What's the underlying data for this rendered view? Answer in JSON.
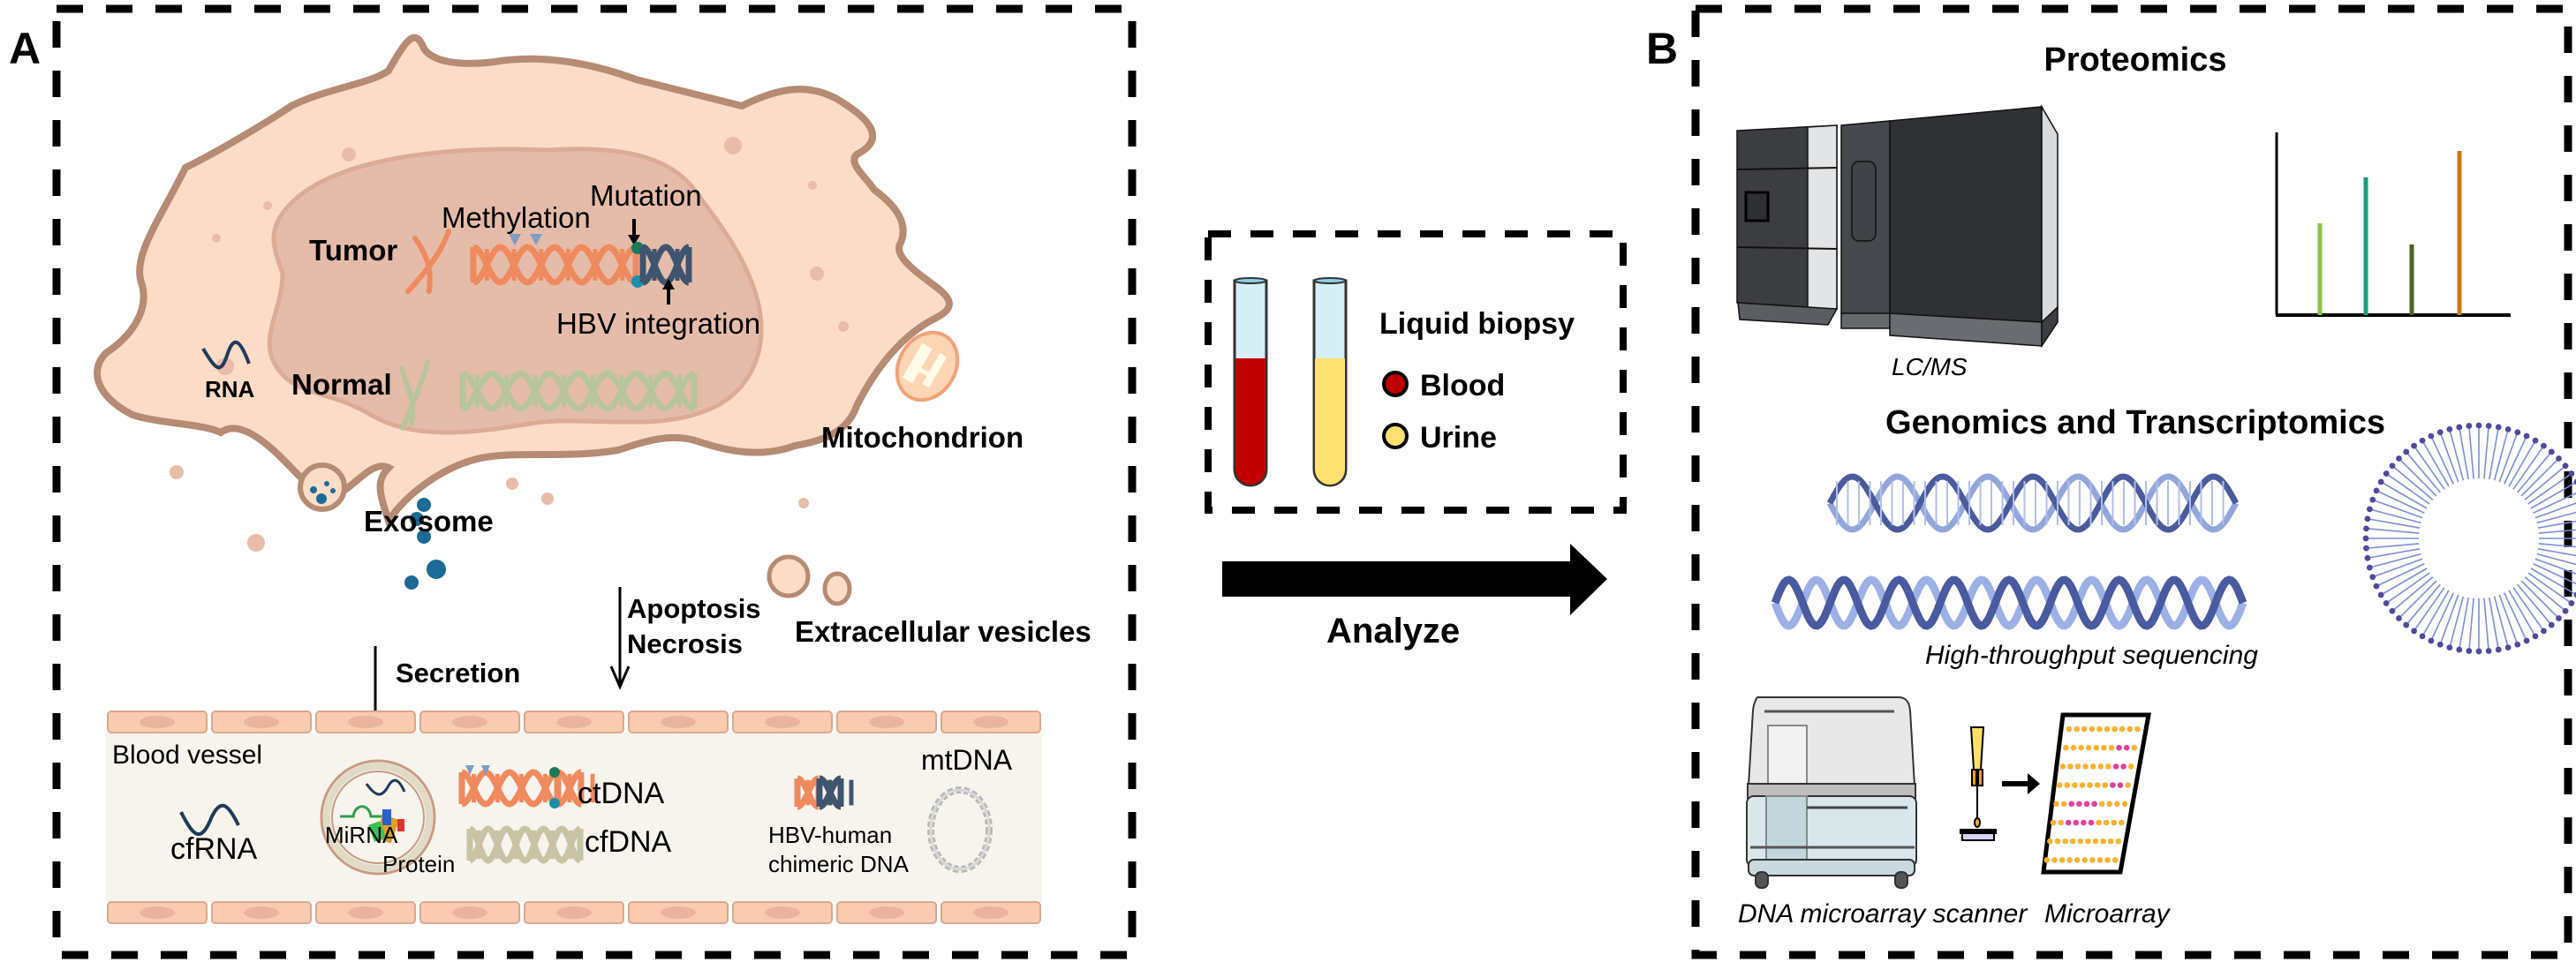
{
  "figure": {
    "panel_a": {
      "label": "A",
      "cell": {
        "tumor_label": "Tumor",
        "normal_label": "Normal",
        "methylation_label": "Methylation",
        "mutation_label": "Mutation",
        "hbv_integration_label": "HBV integration",
        "rna_label": "RNA",
        "mitochondrion_label": "Mitochondrion",
        "exosome_label": "Exosome"
      },
      "release": {
        "secretion_label": "Secretion",
        "apoptosis_label": "Apoptosis",
        "necrosis_label": "Necrosis",
        "extracellular_vesicles_label": "Extracellular vesicles"
      },
      "blood_vessel": {
        "title": "Blood vessel",
        "cfrna_label": "cfRNA",
        "mirna_label": "MiRNA",
        "protein_label": "Protein",
        "ctdna_label": "ctDNA",
        "cfdna_label": "cfDNA",
        "chimeric_label_line1": "HBV-human",
        "chimeric_label_line2": "chimeric DNA",
        "mtdna_label": "mtDNA"
      }
    },
    "liquid_biopsy": {
      "title": "Liquid biopsy",
      "samples": [
        {
          "label": "Blood",
          "color": "#c00000"
        },
        {
          "label": "Urine",
          "color": "#ffe070"
        }
      ]
    },
    "flow_arrow": {
      "label": "Analyze"
    },
    "panel_b": {
      "label": "B",
      "proteomics": {
        "title": "Proteomics",
        "instrument_label": "LC/MS",
        "spectrum_peaks": [
          {
            "relative_intensity": 0.52,
            "color": "#8bc34a"
          },
          {
            "relative_intensity": 0.78,
            "color": "#1a9e7a"
          },
          {
            "relative_intensity": 0.4,
            "color": "#4a6324"
          },
          {
            "relative_intensity": 0.93,
            "color": "#c97a10"
          }
        ]
      },
      "genomics": {
        "title": "Genomics and Transcriptomics",
        "sequencing_label": "High-throughput sequencing",
        "scanner_label": "DNA microarray scanner",
        "microarray_label": "Microarray",
        "microarray_grid": {
          "rows": 8,
          "cols": 10,
          "spot_color": "#f9b233",
          "hit_color": "#e0409a",
          "hits": [
            [
              1,
              7
            ],
            [
              1,
              8
            ],
            [
              2,
              7
            ],
            [
              2,
              8
            ],
            [
              3,
              7
            ],
            [
              3,
              8
            ],
            [
              4,
              2
            ],
            [
              4,
              3
            ],
            [
              4,
              4
            ],
            [
              4,
              5
            ],
            [
              5,
              2
            ],
            [
              5,
              3
            ],
            [
              5,
              4
            ],
            [
              5,
              5
            ]
          ]
        }
      }
    }
  },
  "colors": {
    "cytoplasm": "#fcdcc6",
    "cell_outline": "#b58b74",
    "nucleus": "#e5bca9",
    "tumor_dna": "#ef8a5e",
    "normal_dna": "#b8c49c",
    "hbv_dna": "#3f546f",
    "cfdna": "#c9c3a6",
    "methyl_mark": "#7f9cc3",
    "exosome_dot": "#1b6b96",
    "vessel_lumen": "#f6f4ec",
    "endothelial": "#f9ccb2"
  }
}
